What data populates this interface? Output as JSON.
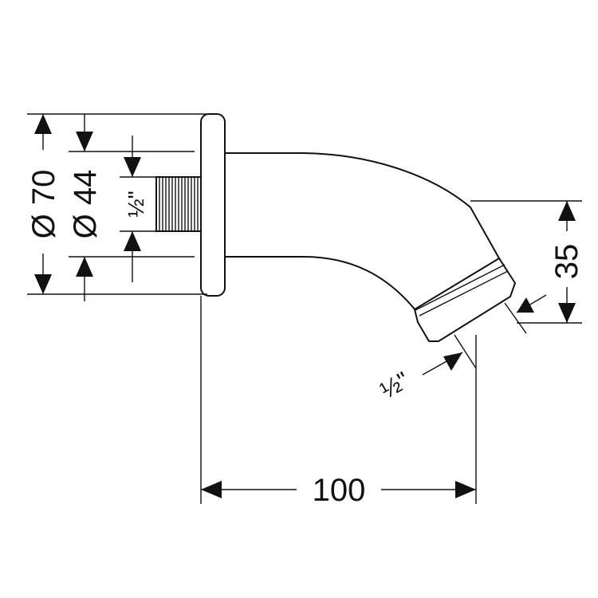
{
  "dimensions": {
    "flange_diameter": "Ø 70",
    "inner_diameter": "Ø 44",
    "thread_connection": "½\"",
    "outlet_thread": "½\"",
    "outlet_offset": "35",
    "projection_length": "100"
  }
}
